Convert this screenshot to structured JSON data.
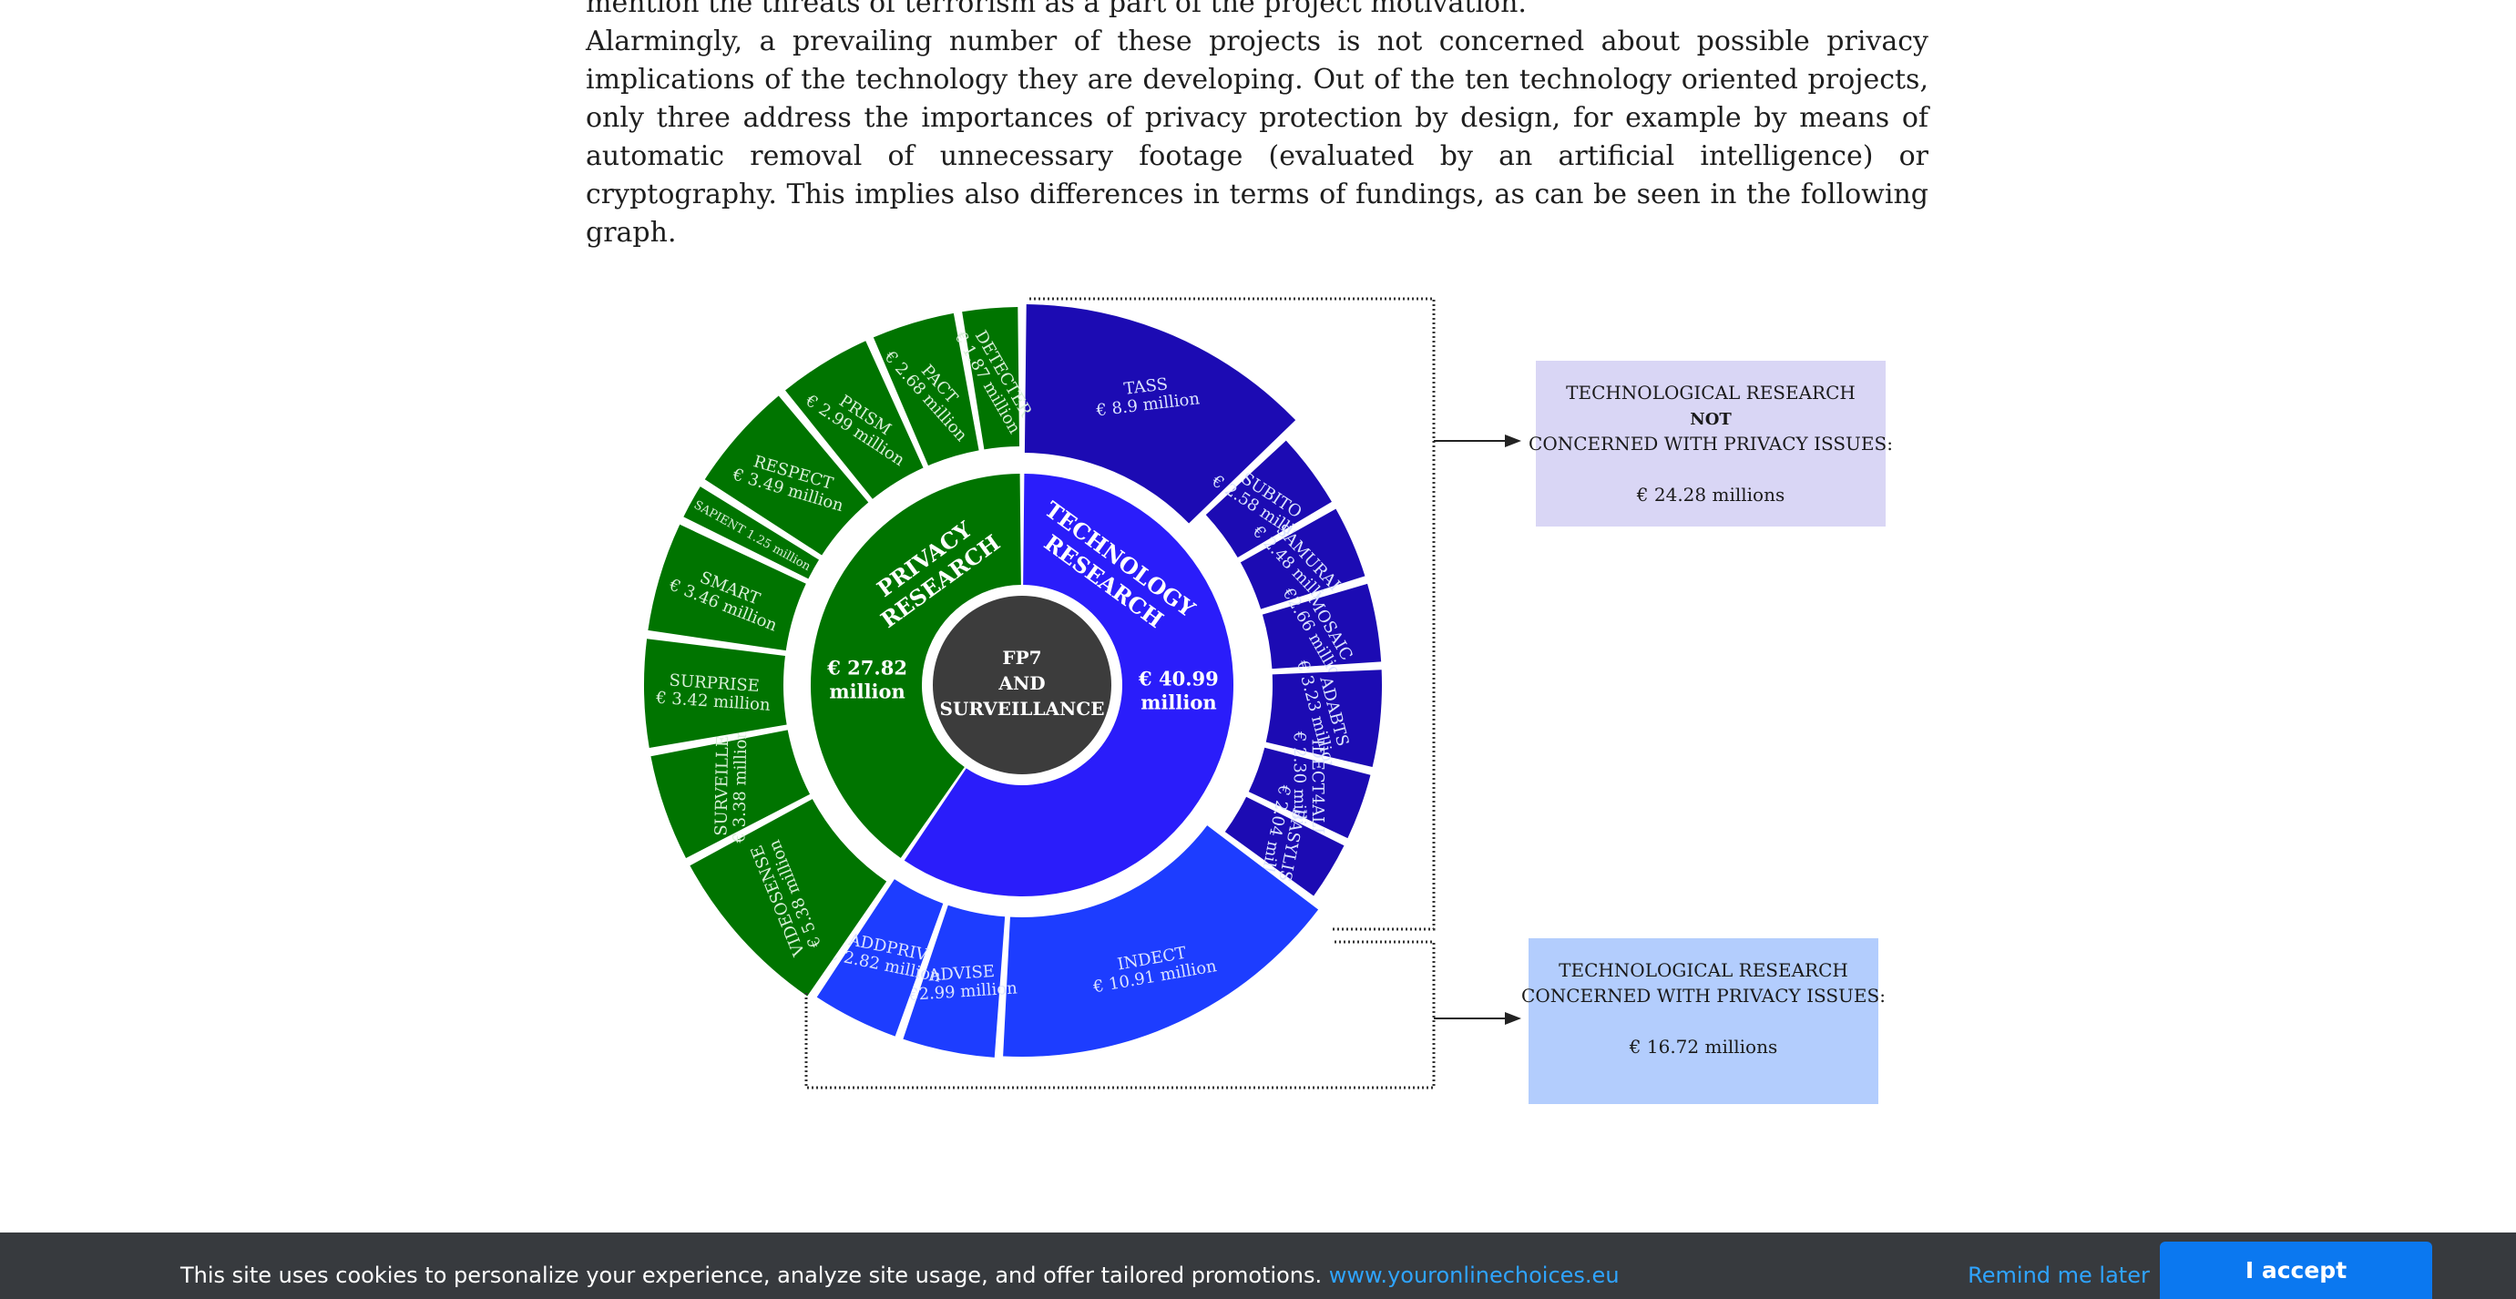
{
  "article": {
    "para1_tail": "mention the threats of terrorism as a part of the project motivation.",
    "para2": "Alarmingly, a prevailing number of these projects is not concerned about possible privacy implications of the technology they are developing. Out of the ten technology oriented projects, only three address the importances of privacy protection by design, for example by means of automatic removal of unnecessary footage (evaluated by an artificial intelligence) or cryptography. This implies also differences in terms of fundings, as can be seen in the following graph."
  },
  "chart_data": {
    "type": "sunburst",
    "title": "",
    "center": [
      "FP7",
      "AND",
      "SURVEILLANCE"
    ],
    "inner_ring": [
      {
        "label_lines": [
          "PRIVACY",
          "RESEARCH"
        ],
        "value_lines": [
          "€ 27.82",
          "million"
        ],
        "value": 27.82,
        "color": "#007400"
      },
      {
        "label_lines": [
          "TECHNOLOGY",
          "RESEARCH"
        ],
        "value_lines": [
          "€ 40.99",
          "million"
        ],
        "value": 40.99,
        "color": "#2a1dfa"
      }
    ],
    "outer_ring": [
      {
        "name": "TASS",
        "amount": "€ 8.9 million",
        "value": 8.9,
        "group": "technology",
        "color": "#1c0bb3"
      },
      {
        "name": "SUBITO",
        "amount": "€ 2.58 million",
        "value": 2.58,
        "group": "technology",
        "color": "#1c0bb3"
      },
      {
        "name": "SAMURAI",
        "amount": "€ 2.48 million",
        "value": 2.48,
        "group": "technology",
        "color": "#1c0bb3"
      },
      {
        "name": "MOSAIC",
        "amount": "€2.66 million",
        "value": 2.66,
        "group": "technology",
        "color": "#1c0bb3"
      },
      {
        "name": "ADABTS",
        "amount": "€ 3.23 million",
        "value": 3.23,
        "group": "technology",
        "color": "#1c0bb3"
      },
      {
        "name": "IDECT4ALL",
        "amount": "€ 2.30 million",
        "value": 2.3,
        "group": "technology",
        "color": "#1c0bb3"
      },
      {
        "name": "BASYLIS",
        "amount": "€ 2.04 million",
        "value": 2.04,
        "group": "technology",
        "color": "#1c0bb3"
      },
      {
        "name": "INDECT",
        "amount": "€ 10.91 million",
        "value": 10.91,
        "group": "technology-privacy",
        "color": "#1d3dff"
      },
      {
        "name": "ADVISE",
        "amount": "€2.99 million",
        "value": 2.99,
        "group": "technology-privacy",
        "color": "#1d3dff"
      },
      {
        "name": "ADDPRIV",
        "amount": "€ 2.82 million",
        "value": 2.82,
        "group": "technology-privacy",
        "color": "#1d3dff"
      },
      {
        "name": "VIDEOSENSE",
        "amount": "€ 5.38 million",
        "value": 5.38,
        "group": "privacy",
        "color": "#007400"
      },
      {
        "name": "SURVEILLE",
        "amount": "€ 3.38 million",
        "value": 3.38,
        "group": "privacy",
        "color": "#007400"
      },
      {
        "name": "SURPRISE",
        "amount": "€ 3.42 million",
        "value": 3.42,
        "group": "privacy",
        "color": "#007400"
      },
      {
        "name": "SMART",
        "amount": "€ 3.46 million",
        "value": 3.46,
        "group": "privacy",
        "color": "#007400"
      },
      {
        "name": "SAPIENT",
        "amount": "1.25 million",
        "value": 1.25,
        "group": "privacy",
        "color": "#007400",
        "single_line": "SAPIENT 1.25 million"
      },
      {
        "name": "RESPECT",
        "amount": "€ 3.49 million",
        "value": 3.49,
        "group": "privacy",
        "color": "#007400"
      },
      {
        "name": "PRISM",
        "amount": "€ 2.99 million",
        "value": 2.99,
        "group": "privacy",
        "color": "#007400"
      },
      {
        "name": "PACT",
        "amount": "€ 2.68 million",
        "value": 2.68,
        "group": "privacy",
        "color": "#007400"
      },
      {
        "name": "DETECTER",
        "amount": "€ 1.87 million",
        "value": 1.87,
        "group": "privacy",
        "color": "#007400"
      }
    ],
    "callouts": [
      {
        "lines": [
          "TECHNOLOGICAL RESEARCH",
          "NOT",
          "CONCERNED WITH PRIVACY ISSUES:",
          "",
          "€ 24.28 millions"
        ],
        "color": "#d9d6f5"
      },
      {
        "lines": [
          "TECHNOLOGICAL RESEARCH",
          "CONCERNED WITH PRIVACY ISSUES:",
          "",
          "€ 16.72 millions"
        ],
        "color": "#b3cdfd"
      }
    ]
  },
  "cookie_bar": {
    "message": "This site uses cookies to personalize your experience, analyze site usage, and offer tailored promotions. ",
    "link_text": "www.youronlinechoices.eu",
    "remind_label": "Remind me later",
    "accept_label": "I accept"
  }
}
